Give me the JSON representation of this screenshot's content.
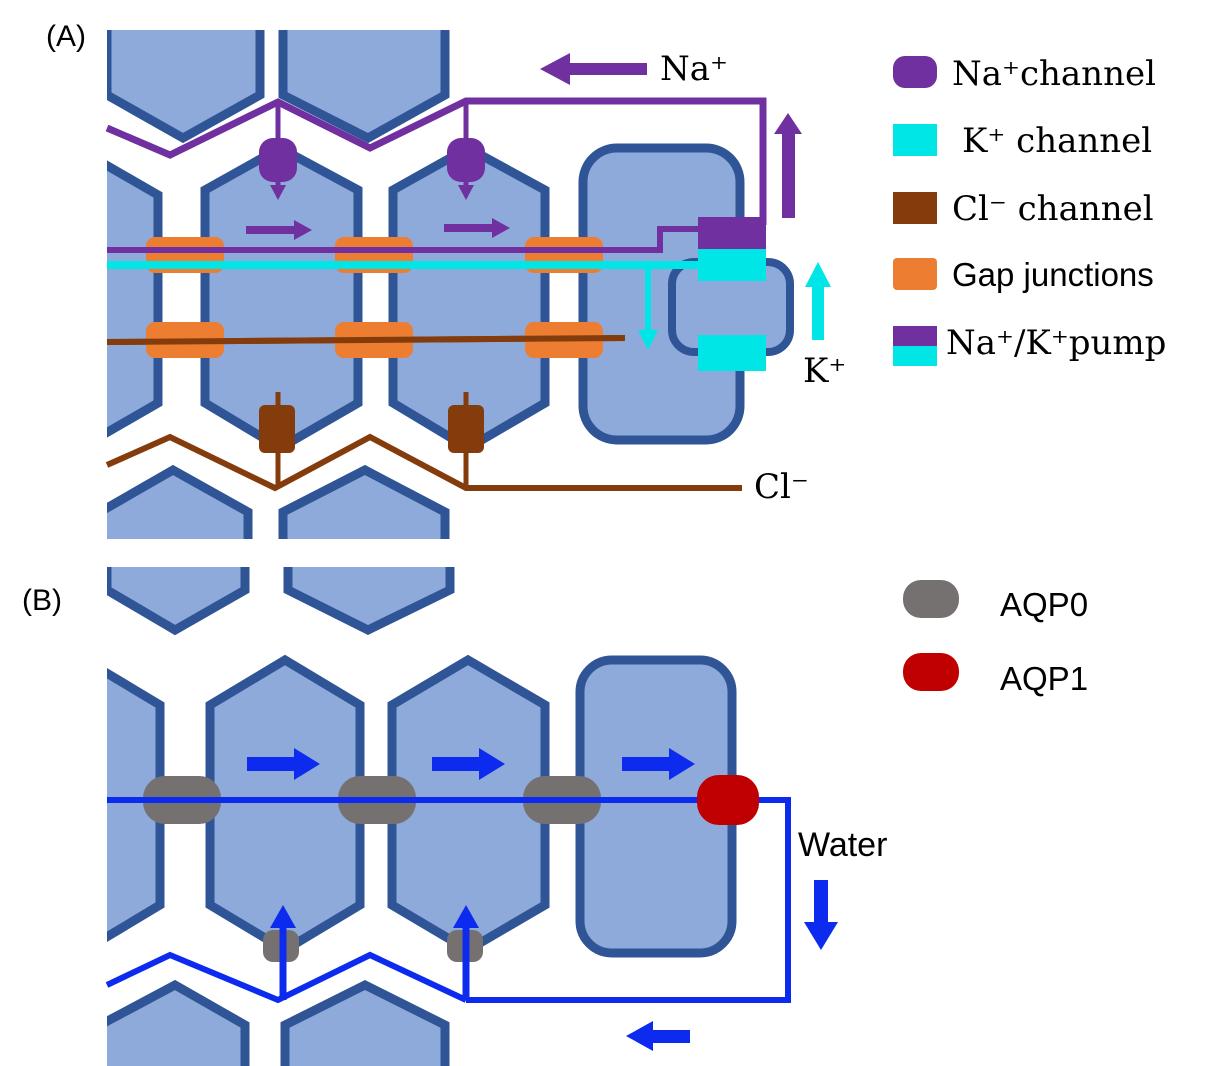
{
  "panels": {
    "a": {
      "label": "(A)",
      "na_label": "Na⁺",
      "k_label": "K⁺",
      "cl_label": "Cl⁻",
      "legend": [
        {
          "label": "Na⁺channel",
          "color": "#7030a0",
          "icon": "na-channel-icon"
        },
        {
          "label": "K⁺ channel",
          "color": "#00e5e5",
          "icon": "k-channel-icon"
        },
        {
          "label": "Cl⁻ channel",
          "color": "#843c0c",
          "icon": "cl-channel-icon"
        },
        {
          "label": "Gap junctions",
          "color": "#ed7d31",
          "icon": "gap-junction-icon"
        },
        {
          "label": "Na⁺/K⁺pump",
          "color": "#7030a0",
          "color2": "#00e5e5",
          "icon": "na-k-pump-icon"
        }
      ]
    },
    "b": {
      "label": "(B)",
      "water_label": "Water",
      "legend": [
        {
          "label": "AQP0",
          "color": "#767171",
          "icon": "aqp0-icon"
        },
        {
          "label": "AQP1",
          "color": "#c00000",
          "icon": "aqp1-icon"
        }
      ]
    }
  },
  "colors": {
    "cell_fill": "#8eaadb",
    "cell_stroke": "#2f5597",
    "sodium": "#7030a0",
    "potassium": "#00e5e5",
    "chloride": "#843c0c",
    "gap_junction": "#ed7d31",
    "water": "#0d2bef",
    "aqp0": "#767171",
    "aqp1": "#c00000"
  }
}
